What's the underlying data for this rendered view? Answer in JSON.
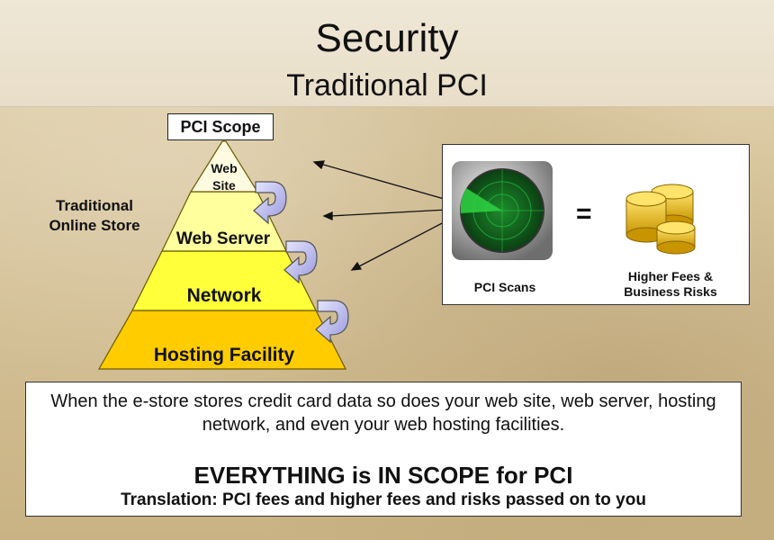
{
  "slide": {
    "title": "Security",
    "subtitle": "Traditional PCI"
  },
  "diagram": {
    "scope_label": "PCI Scope",
    "store_label": "Traditional Online Store",
    "layers": [
      {
        "label": "Web Site",
        "color": "#fffbe0"
      },
      {
        "label": "Web Server",
        "color": "#ffff9e"
      },
      {
        "label": "Network",
        "color": "#ffff3a"
      },
      {
        "label": "Hosting Facility",
        "color": "#ffcc00"
      }
    ],
    "scan_label": "PCI Scans",
    "equals_symbol": "=",
    "result_label": "Higher Fees & Business Risks"
  },
  "bottom": {
    "body": "When the e-store stores credit card data so does your web site, web server, hosting network, and even your web hosting facilities.",
    "headline": "EVERYTHING is IN SCOPE for PCI",
    "translation": "Translation: PCI fees and higher fees and risks passed on to you"
  },
  "colors": {
    "arrow_fill": "#c9c9ff",
    "radar_green": "#2ecc40",
    "coin_gold": "#f2c200"
  },
  "icons": [
    "u-turn-arrow-icon",
    "radar-icon",
    "gold-coins-icon",
    "pointer-arrow-icon"
  ]
}
